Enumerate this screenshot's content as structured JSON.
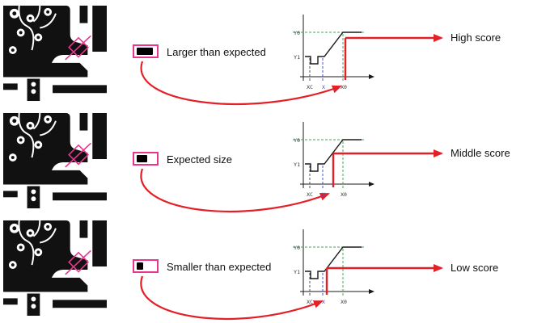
{
  "figure": {
    "rows": [
      {
        "label": "Larger than expected",
        "score": "High score"
      },
      {
        "label": "Expected size",
        "score": "Middle score"
      },
      {
        "label": "Smaller than expected",
        "score": "Low score"
      }
    ],
    "graph_labels": {
      "y0": "Y0",
      "y1": "Y1",
      "xc": "XC",
      "x": "X",
      "x0": "X0"
    },
    "colors": {
      "arrow_red": "#e32028",
      "marker_pink": "#e8368f",
      "dash_green": "#3fa84f",
      "dash_blue": "#4450d8",
      "ink": "#1a1a1a"
    }
  }
}
